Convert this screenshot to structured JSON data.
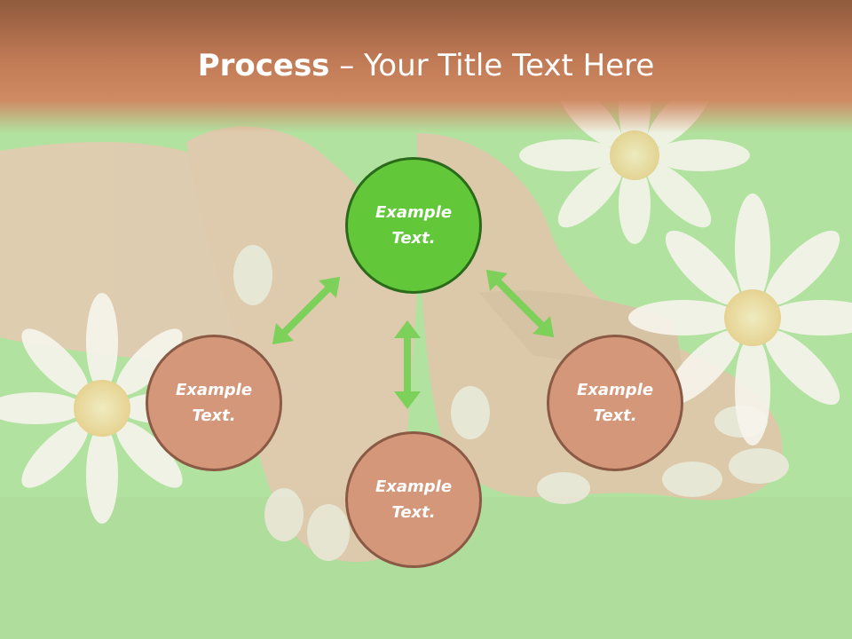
{
  "slide": {
    "title_bold": "Process",
    "title_rest": " – Your Title Text Here"
  },
  "nodes": {
    "top": {
      "text": "Example\nText.",
      "color": "#62c83a"
    },
    "left": {
      "text": "Example\nText.",
      "color": "#d5977a"
    },
    "bottom": {
      "text": "Example\nText.",
      "color": "#d5977a"
    },
    "right": {
      "text": "Example\nText.",
      "color": "#d5977a"
    }
  },
  "colors": {
    "arrow": "#7dd05a",
    "header": "#c07a55",
    "background": "#9fd88a"
  },
  "background_image": {
    "icon": "hands-and-daisies-photo"
  }
}
